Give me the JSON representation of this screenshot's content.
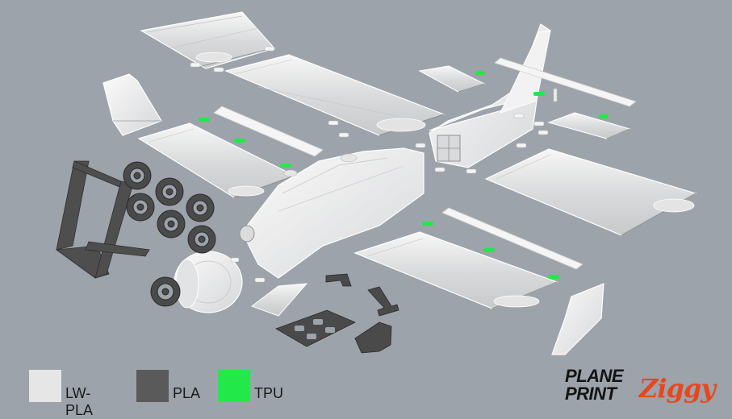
{
  "legend": {
    "items": [
      {
        "label": "LW-PLA",
        "color": "#e6e6e6"
      },
      {
        "label": "PLA",
        "color": "#5a5a5a"
      },
      {
        "label": "TPU",
        "color": "#22e84a"
      }
    ]
  },
  "logo": {
    "line1": "PLANE",
    "line2": "PRINT",
    "product": "Ziggy",
    "accent_color": "#e8471e"
  },
  "colors": {
    "background": "#9ca3aa",
    "lw_pla_part": "#f2f2f2",
    "pla_part": "#4a4a4a",
    "tpu_part": "#22e84a"
  }
}
